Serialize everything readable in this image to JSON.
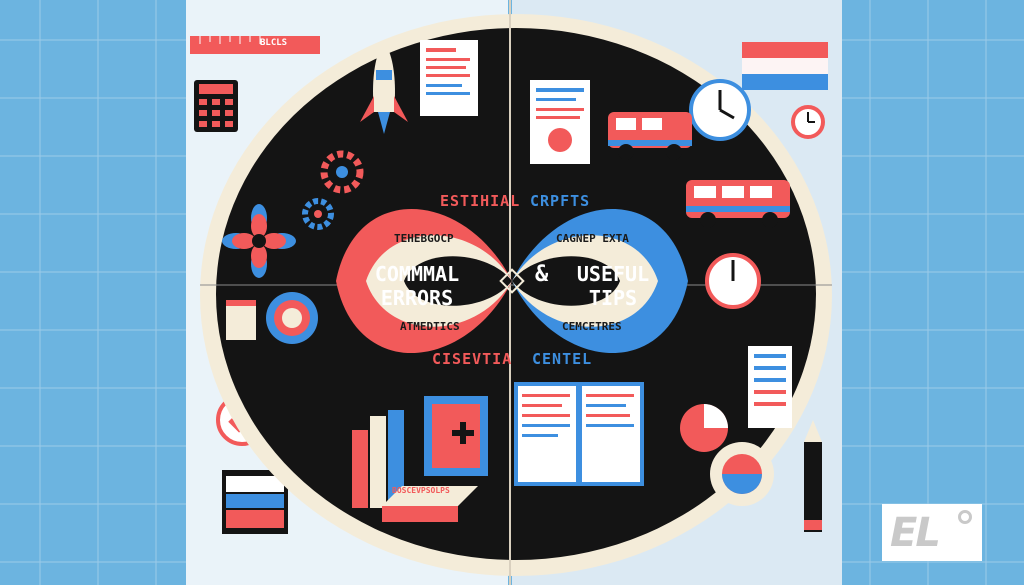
{
  "title": {
    "left": "COMMMAL ERRORS",
    "ampersand": "&",
    "right": "USEFUL TIPS"
  },
  "arc_labels": {
    "top_left": "ESTIHIAL",
    "top_left_small": "TEHEBGOCP",
    "bottom_left_small": "ATMEDTICS",
    "bottom_left": "CISEVTIA",
    "top_right": "CRPFTS",
    "top_right_small": "CAGNEP EXTA",
    "bottom_right_small": "CEMCETRES",
    "bottom_right": "CENTEL"
  },
  "ruler_text": "BLCLS",
  "book_tag": "BOSCEVPSOLPS",
  "logo": {
    "text": "EL"
  },
  "colors": {
    "background": "#6cb4e0",
    "accent_red": "#f25a5a",
    "accent_blue": "#3d8fe0",
    "cream": "#f4ecd9",
    "dark": "#141414"
  }
}
